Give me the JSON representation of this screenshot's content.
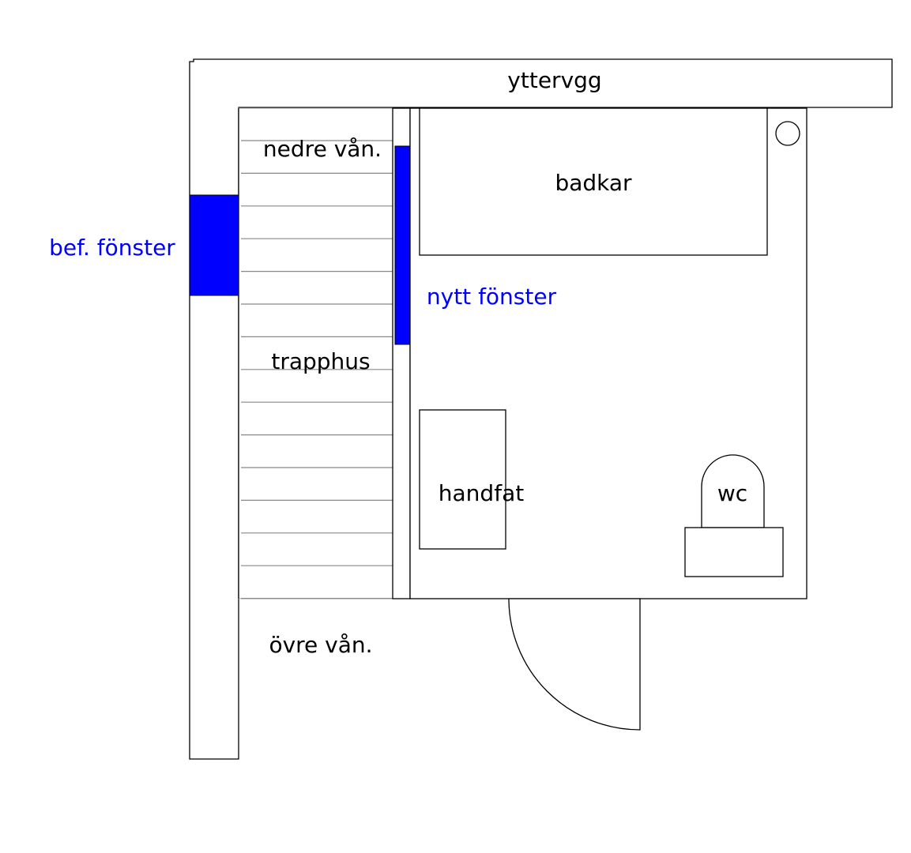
{
  "labels": {
    "outer_wall": "yttervgg",
    "lower_floor": "nedre vån.",
    "bathtub": "badkar",
    "existing_window": "bef. fönster",
    "new_window": "nytt fönster",
    "stairwell": "trapphus",
    "sink": "handfat",
    "toilet": "wc",
    "upper_floor": "övre vån."
  },
  "colors": {
    "window": "#0000ff",
    "line": "#000000",
    "stair_line": "#888888"
  },
  "stairs": {
    "step_count": 15
  }
}
